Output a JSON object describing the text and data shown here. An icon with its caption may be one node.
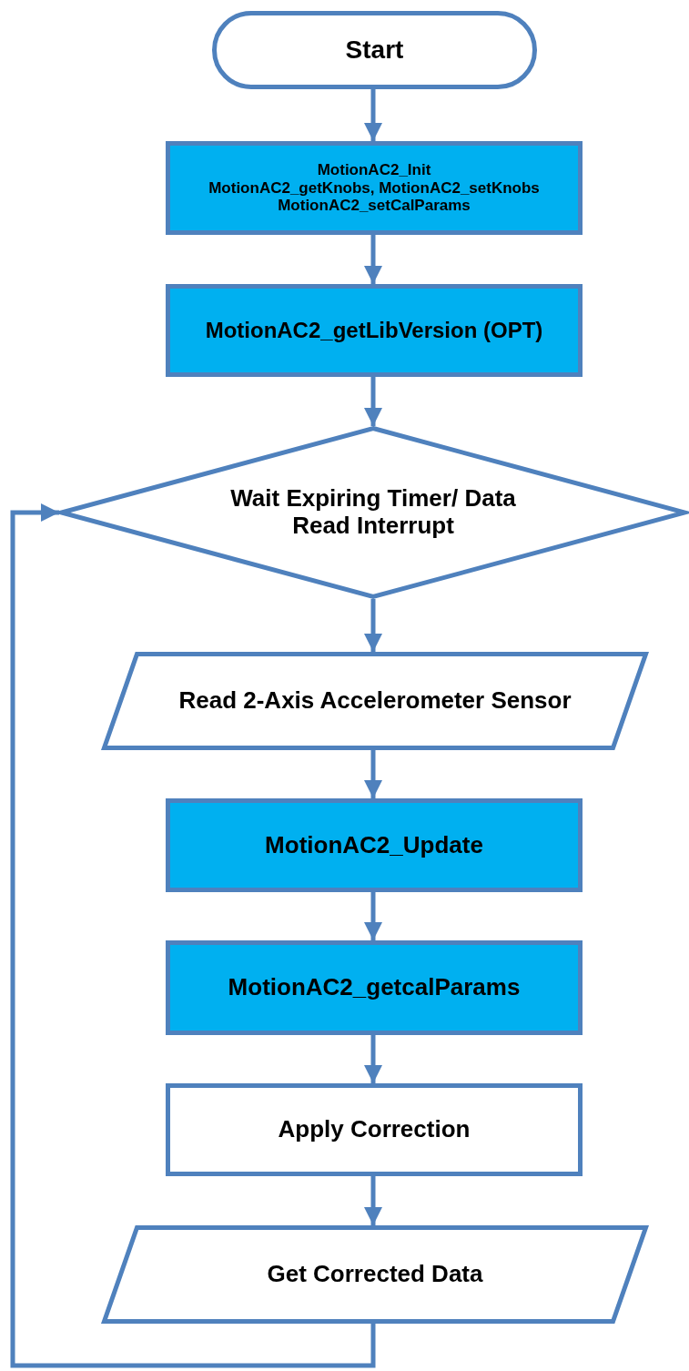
{
  "diagram": {
    "nodes": [
      {
        "text": [
          "Start"
        ]
      },
      {
        "text": [
          "MotionAC2_Init",
          "MotionAC2_getKnobs, MotionAC2_setKnobs",
          "MotionAC2_setCalParams"
        ]
      },
      {
        "text": [
          "MotionAC2_getLibVersion (OPT)"
        ]
      },
      {
        "text": [
          "Wait Expiring Timer/ Data Read Interrupt"
        ]
      },
      {
        "text": [
          "Read 2-Axis Accelerometer Sensor"
        ]
      },
      {
        "text": [
          "MotionAC2_Update"
        ]
      },
      {
        "text": [
          "MotionAC2_getcalParams"
        ]
      },
      {
        "text": [
          "Apply Correction"
        ]
      },
      {
        "text": [
          "Get Corrected Data"
        ]
      }
    ],
    "edges": [
      {
        "from": 0,
        "to": 1,
        "arrow": "to"
      },
      {
        "from": 1,
        "to": 2,
        "arrow": "to"
      },
      {
        "from": 2,
        "to": 3,
        "arrow": "to"
      },
      {
        "from": 3,
        "to": 4,
        "arrow": "to"
      },
      {
        "from": 4,
        "to": 5,
        "arrow": "to"
      },
      {
        "from": 5,
        "to": 6,
        "arrow": "to"
      },
      {
        "from": 6,
        "to": 7,
        "arrow": "to"
      },
      {
        "from": 7,
        "to": 8,
        "arrow": "to"
      },
      {
        "from": 8,
        "to": 3,
        "arrow": "to"
      }
    ]
  }
}
